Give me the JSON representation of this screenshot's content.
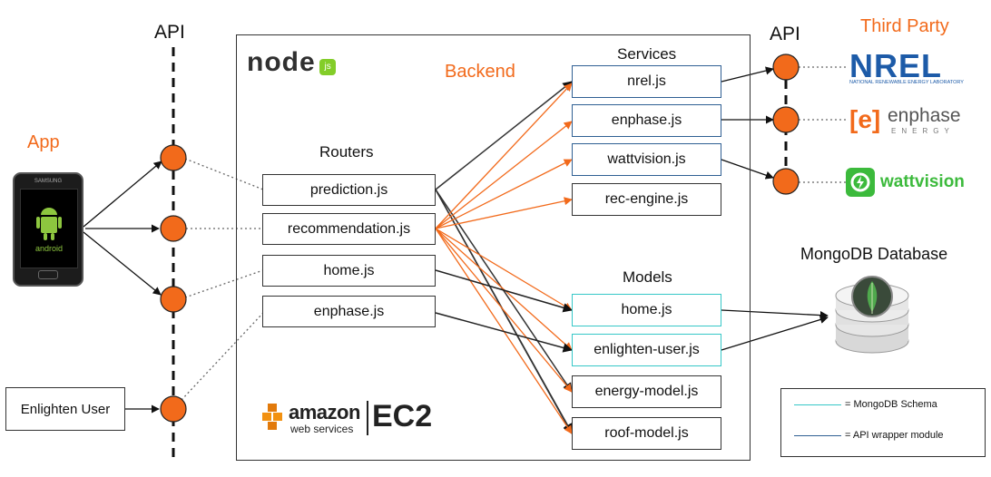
{
  "labels": {
    "api_left": "API",
    "api_right": "API",
    "app": "App",
    "backend": "Backend",
    "routers": "Routers",
    "services": "Services",
    "models": "Models",
    "third_party": "Third Party",
    "mongodb": "MongoDB Database"
  },
  "enlighten_user": "Enlighten User",
  "routers": [
    "prediction.js",
    "recommendation.js",
    "home.js",
    "enphase.js"
  ],
  "services": [
    "nrel.js",
    "enphase.js",
    "wattvision.js",
    "rec-engine.js"
  ],
  "models": [
    "home.js",
    "enlighten-user.js",
    "energy-model.js",
    "roof-model.js"
  ],
  "logos": {
    "node": "node",
    "node_js": "js",
    "nrel": "NREL",
    "nrel_sub": "NATIONAL RENEWABLE ENERGY LABORATORY",
    "enphase_bracket": "[e]",
    "enphase": "enphase",
    "enphase_sub": "ENERGY",
    "wattvision": "wattvision",
    "amazon": "amazon",
    "webservices": "web services",
    "ec2": "EC2",
    "phone_brand": "SAMSUNG",
    "android": "android"
  },
  "legend": {
    "mongodb_schema": "= MongoDB Schema",
    "api_wrapper": "= API wrapper module"
  },
  "colors": {
    "orange": "#f26a1b",
    "blue_border": "#2f5f93",
    "cyan_border": "#36c7c7",
    "nrel_blue": "#1d5ba8",
    "wattvision_green": "#3cba3c",
    "aws_orange": "#f29111"
  }
}
